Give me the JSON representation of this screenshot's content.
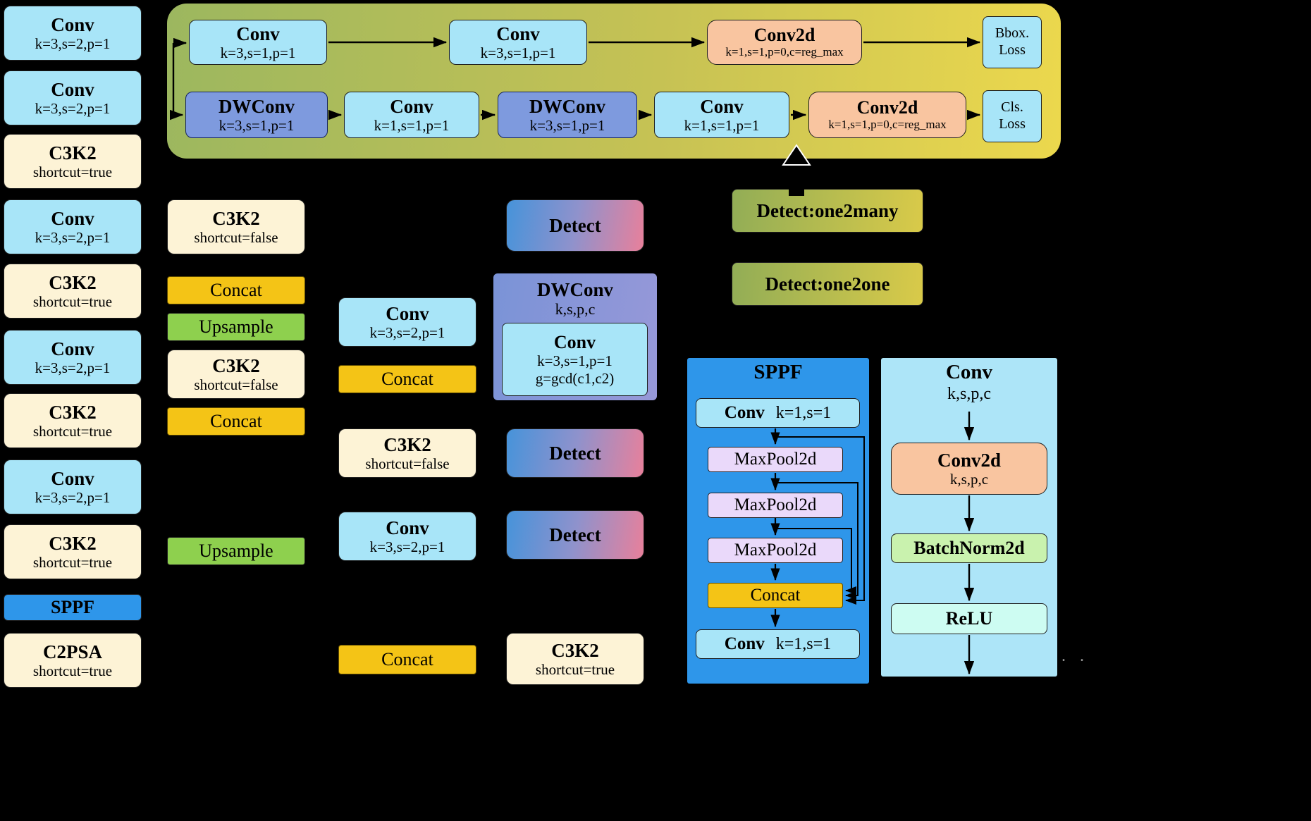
{
  "colors": {
    "conv_blue": "#a8e5f8",
    "c3k2_cream": "#fdf3d6",
    "concat_gold": "#f4c416",
    "upsample_green": "#8ed04e",
    "sppf_blue": "#2e96ea",
    "dwconv_blue": "#7e9ade",
    "conv2d_orange": "#f9c5a0",
    "maxpool_lavender": "#ead9fa",
    "batchnorm_green": "#c9f2ae",
    "relu_cyan": "#cdfcf2",
    "head_gradient_left": "#9cb75f",
    "head_gradient_right": "#ecd84d",
    "detect_gradient_left": "#4693da",
    "detect_gradient_right": "#e8809b"
  },
  "backbone": [
    {
      "title": "Conv",
      "sub": "k=3,s=2,p=1"
    },
    {
      "title": "Conv",
      "sub": "k=3,s=2,p=1"
    },
    {
      "title": "C3K2",
      "sub": "shortcut=true"
    },
    {
      "title": "Conv",
      "sub": "k=3,s=2,p=1"
    },
    {
      "title": "C3K2",
      "sub": "shortcut=true"
    },
    {
      "title": "Conv",
      "sub": "k=3,s=2,p=1"
    },
    {
      "title": "C3K2",
      "sub": "shortcut=true"
    },
    {
      "title": "Conv",
      "sub": "k=3,s=2,p=1"
    },
    {
      "title": "C3K2",
      "sub": "shortcut=true"
    },
    {
      "title": "SPPF"
    },
    {
      "title": "C2PSA",
      "sub": "shortcut=true"
    }
  ],
  "neck": {
    "c3k2_a": {
      "title": "C3K2",
      "sub": "shortcut=false"
    },
    "concat_a": "Concat",
    "upsample_a": "Upsample",
    "c3k2_b": {
      "title": "C3K2",
      "sub": "shortcut=false"
    },
    "concat_b": "Concat",
    "upsample_b": "Upsample",
    "conv_a": {
      "title": "Conv",
      "sub": "k=3,s=2,p=1"
    },
    "concat_c": "Concat",
    "c3k2_c": {
      "title": "C3K2",
      "sub": "shortcut=false"
    },
    "conv_b": {
      "title": "Conv",
      "sub": "k=3,s=2,p=1"
    },
    "concat_d": "Concat",
    "c3k2_d": {
      "title": "C3K2",
      "sub": "shortcut=true"
    }
  },
  "detect": {
    "label": "Detect"
  },
  "dwconv_group": {
    "title": "DWConv",
    "sub": "k,s,p,c",
    "inner_title": "Conv",
    "inner_l2": "k=3,s=1,p=1",
    "inner_l3": "g=gcd(c1,c2)"
  },
  "head_panel": {
    "row1": [
      {
        "title": "Conv",
        "sub": "k=3,s=1,p=1"
      },
      {
        "title": "Conv",
        "sub": "k=3,s=1,p=1"
      },
      {
        "title": "Conv2d",
        "sub": "k=1,s=1,p=0,c=reg_max"
      }
    ],
    "row2": [
      {
        "title": "DWConv",
        "sub": "k=3,s=1,p=1"
      },
      {
        "title": "Conv",
        "sub": "k=1,s=1,p=1"
      },
      {
        "title": "DWConv",
        "sub": "k=3,s=1,p=1"
      },
      {
        "title": "Conv",
        "sub": "k=1,s=1,p=1"
      },
      {
        "title": "Conv2d",
        "sub": "k=1,s=1,p=0,c=reg_max"
      }
    ],
    "bbox_loss": {
      "l1": "Bbox.",
      "l2": "Loss"
    },
    "cls_loss": {
      "l1": "Cls.",
      "l2": "Loss"
    }
  },
  "detect_heads": {
    "one2many": "Detect:one2many",
    "one2one": "Detect:one2one"
  },
  "sppf_panel": {
    "title": "SPPF",
    "conv_top_title": "Conv",
    "conv_top_sub": "k=1,s=1",
    "maxpool": [
      "MaxPool2d",
      "MaxPool2d",
      "MaxPool2d"
    ],
    "concat": "Concat",
    "conv_bottom_title": "Conv",
    "conv_bottom_sub": "k=1,s=1"
  },
  "conv_panel": {
    "title": "Conv",
    "subtitle": "k,s,p,c",
    "conv2d_title": "Conv2d",
    "conv2d_sub": "k,s,p,c",
    "batchnorm": "BatchNorm2d",
    "relu": "ReLU"
  },
  "misc": {
    "ellipsis": ". ."
  }
}
